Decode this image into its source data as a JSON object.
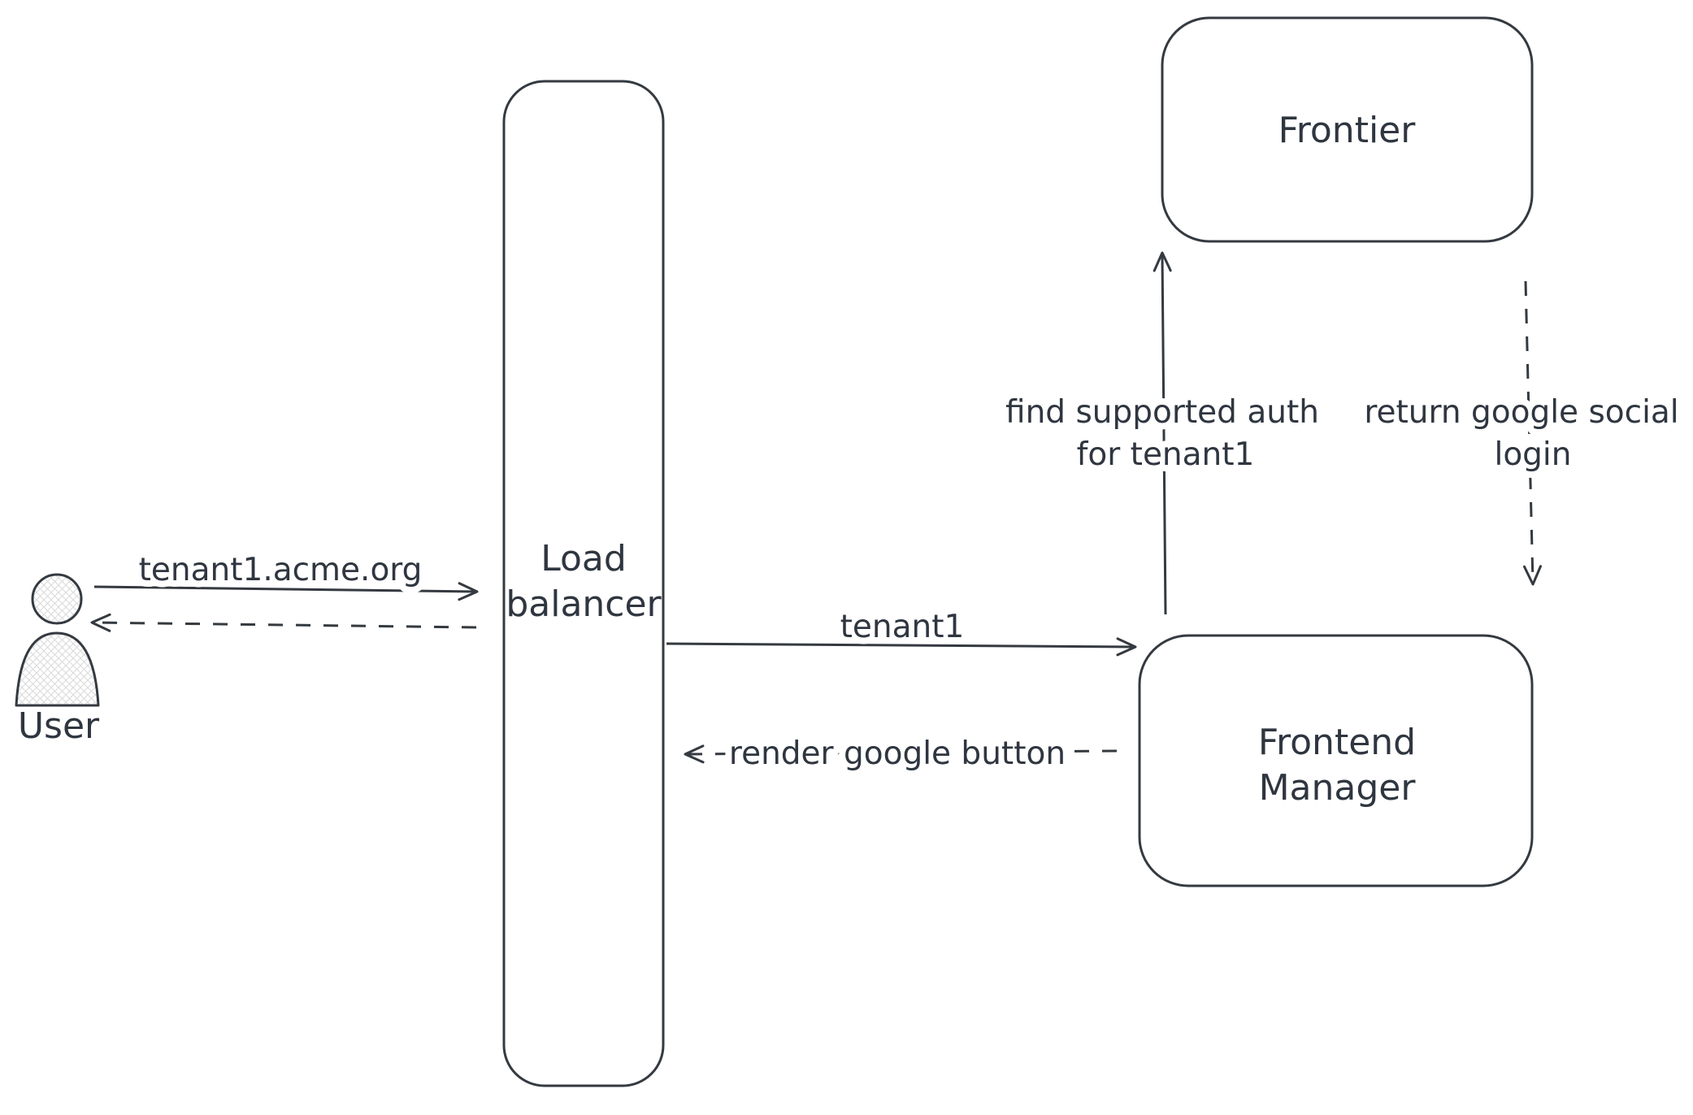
{
  "canvas": {
    "background": "#ffffff",
    "stroke_color": "#343a40",
    "text_color": "#2f3640"
  },
  "nodes": {
    "user": {
      "label": "User"
    },
    "load_balancer": {
      "lines": [
        "Load",
        "balancer"
      ]
    },
    "frontier": {
      "label": "Frontier"
    },
    "frontend_manager": {
      "lines": [
        "Frontend",
        "Manager"
      ]
    }
  },
  "edges": {
    "user_request": {
      "label": "tenant1.acme.org",
      "style": "solid",
      "direction": "user-to-load-balancer"
    },
    "lb_response": {
      "label": "",
      "style": "dashed",
      "direction": "load-balancer-to-user"
    },
    "lb_to_fm": {
      "label": "tenant1",
      "style": "solid",
      "direction": "load-balancer-to-frontend-manager"
    },
    "fm_to_lb": {
      "label": "render google button",
      "style": "dashed",
      "direction": "frontend-manager-to-load-balancer"
    },
    "fm_to_frontier": {
      "lines": [
        "find supported auth",
        "for tenant1"
      ],
      "style": "solid",
      "direction": "frontend-manager-to-frontier"
    },
    "frontier_to_fm": {
      "lines": [
        "return google social",
        "login"
      ],
      "style": "dashed",
      "direction": "frontier-to-frontend-manager"
    }
  }
}
